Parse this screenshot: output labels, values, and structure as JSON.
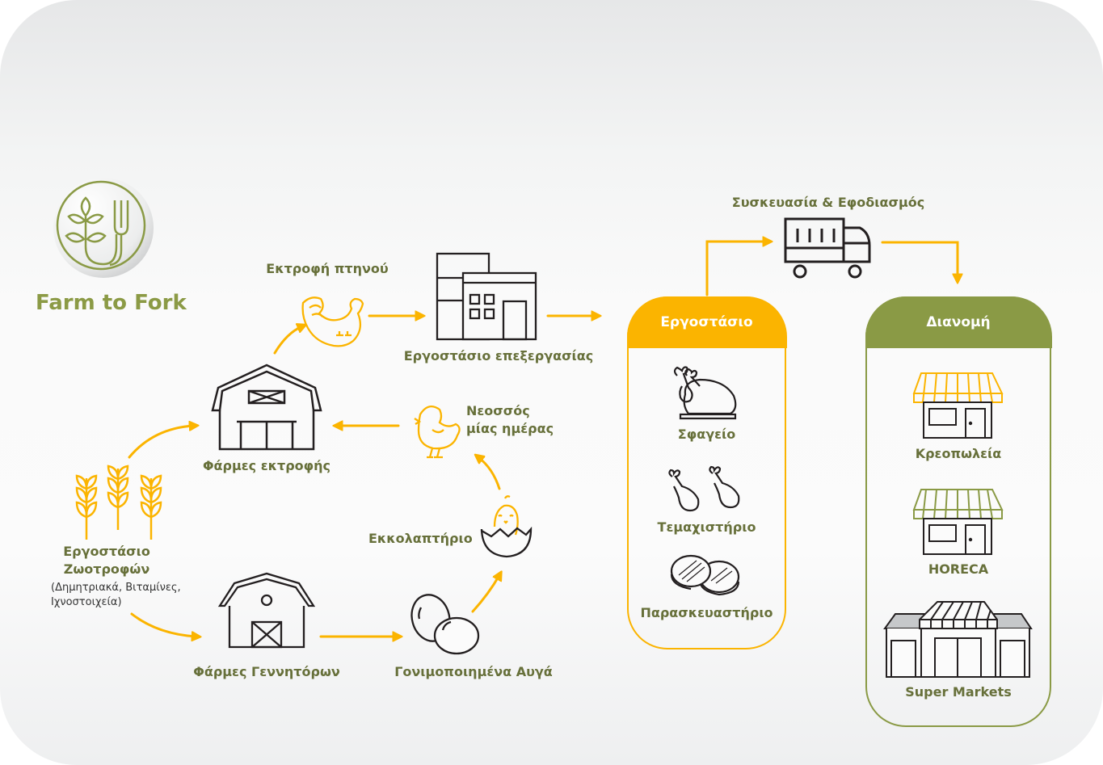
{
  "brand": {
    "title": "Farm to Fork",
    "logo_icon": "leaf-fork-icon"
  },
  "colors": {
    "yellow": "#fbb400",
    "olive": "#8a9a45",
    "label_olive": "#67703a",
    "line": "#231f20"
  },
  "nodes": {
    "feed_factory": {
      "title_line1": "Εργοστάσιο",
      "title_line2": "Ζωοτροφών",
      "subtitle_line1": "(Δημητριακά, Βιταμίνες,",
      "subtitle_line2": "Ιχνοστοιχεία)",
      "icon": "wheat-icon"
    },
    "breeding_farms": {
      "label": "Φάρμες εκτροφής",
      "icon": "barn-icon"
    },
    "poultry_breeding": {
      "label": "Εκτροφή πτηνού",
      "icon": "rooster-icon"
    },
    "processing_plant": {
      "label": "Εργοστάσιο επεξεργασίας",
      "icon": "factory-icon"
    },
    "day_old_chick": {
      "label_line1": "Νεοσσός",
      "label_line2": "μίας ημέρας",
      "icon": "chick-icon"
    },
    "hatchery": {
      "label": "Εκκολαπτήριο",
      "icon": "hatching-egg-icon"
    },
    "parent_farms": {
      "label": "Φάρμες Γεννητόρων",
      "icon": "barn-icon"
    },
    "fertilized_eggs": {
      "label": "Γονιμοποιημένα Αυγά",
      "icon": "eggs-icon"
    },
    "packaging": {
      "label": "Συσκευασία & Εφοδιασμός",
      "icon": "truck-icon"
    }
  },
  "factory_panel": {
    "title": "Εργοστάσιο",
    "items": [
      {
        "label": "Σφαγείο",
        "icon": "whole-chicken-icon"
      },
      {
        "label": "Τεμαχιστήριο",
        "icon": "drumsticks-icon"
      },
      {
        "label": "Παρασκευαστήριο",
        "icon": "patties-icon"
      }
    ]
  },
  "distribution_panel": {
    "title": "Διανομή",
    "items": [
      {
        "label": "Κρεοπωλεία",
        "icon": "butcher-shop-icon"
      },
      {
        "label": "HORECA",
        "icon": "horeca-shop-icon"
      },
      {
        "label": "Super Markets",
        "icon": "supermarket-icon"
      }
    ]
  }
}
